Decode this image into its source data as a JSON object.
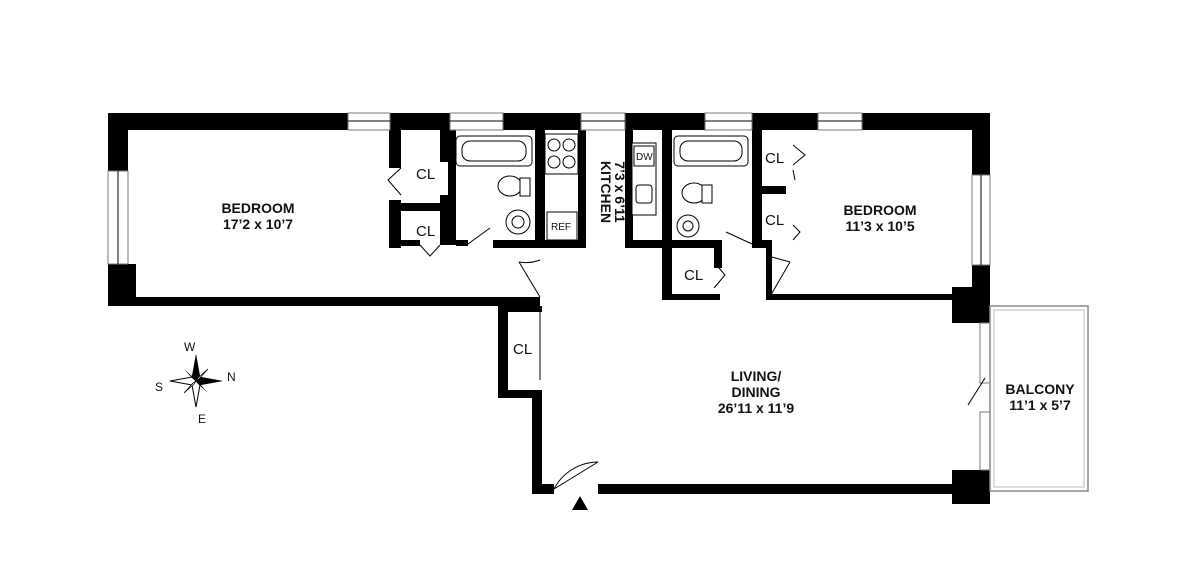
{
  "rooms": {
    "bedroom_left": {
      "name": "BEDROOM",
      "dims": "17’2 x 10’7"
    },
    "kitchen": {
      "name": "KITCHEN",
      "dims": "7’3 x 6’11"
    },
    "bedroom_right": {
      "name": "BEDROOM",
      "dims": "11’3 x 10’5"
    },
    "living": {
      "name_line1": "LIVING/",
      "name_line2": "DINING",
      "dims": "26’11 x 11’9"
    },
    "balcony": {
      "name": "BALCONY",
      "dims": "11’1 x 5’7"
    }
  },
  "closets": {
    "label": "CL"
  },
  "appliances": {
    "refrigerator": "REF",
    "dishwasher": "DW"
  },
  "compass": {
    "north": "N",
    "south": "S",
    "east": "E",
    "west": "W"
  },
  "entrance_marker": "entrance-arrow"
}
